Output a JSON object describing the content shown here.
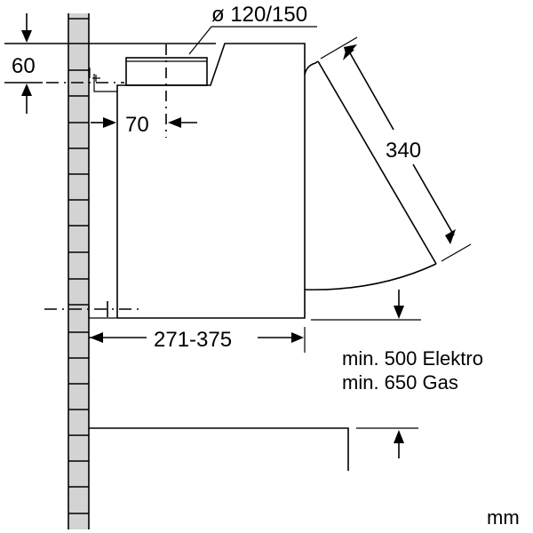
{
  "diagram": {
    "type": "installation-dimension-drawing",
    "subject": "telescopic cooker hood mounted under wall cabinet",
    "unit_label": "mm",
    "colors": {
      "line": "#000000",
      "wall_fill": "#d3d3d3",
      "background": "#ffffff"
    },
    "dimensions": {
      "duct_diameter": "ø 120/150",
      "top_offset": "60",
      "duct_center_offset": "70",
      "flap_length": "340",
      "depth_range": "271-375",
      "min_clearance_electric": "min. 500 Elektro",
      "min_clearance_gas": "min. 650 Gas"
    },
    "components": [
      "wall",
      "cabinet-top-line",
      "hood-body",
      "duct-connector",
      "mounting-bracket",
      "extractor-flap",
      "cooktop"
    ]
  }
}
